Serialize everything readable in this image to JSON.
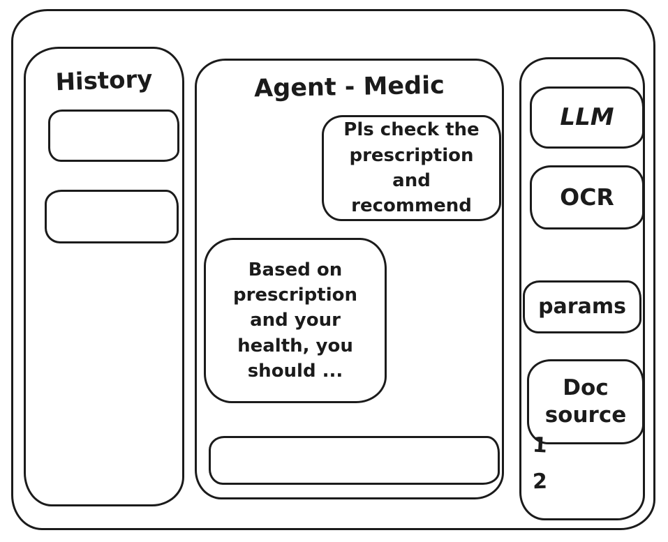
{
  "colors": {
    "ink": "#1b1b1b",
    "background": "#ffffff"
  },
  "history_panel": {
    "title": "History"
  },
  "chat_panel": {
    "title": "Agent - Medic",
    "messages": [
      {
        "role": "user",
        "text": "Pls check the prescription and recommend"
      },
      {
        "role": "assistant",
        "text": "Based on prescription and your health, you should ..."
      }
    ],
    "input": {
      "value": "",
      "placeholder": ""
    }
  },
  "tools_panel": {
    "buttons": [
      {
        "label": "LLM"
      },
      {
        "label": "OCR"
      },
      {
        "label": "params"
      },
      {
        "label": "Doc source"
      }
    ],
    "doc_source_items": [
      "1",
      "2"
    ]
  }
}
